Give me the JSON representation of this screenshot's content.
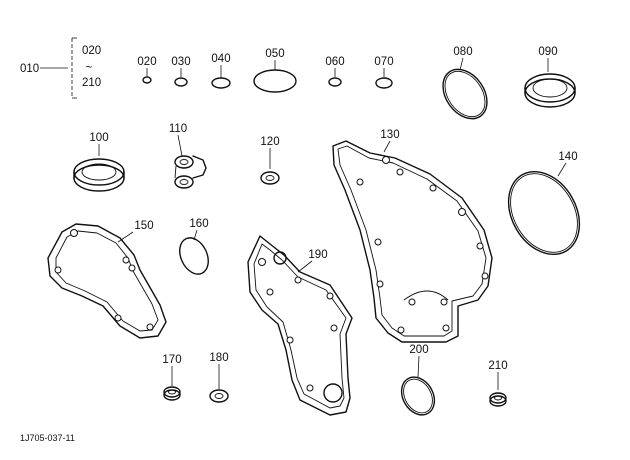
{
  "callouts": {
    "p010": "010",
    "range_from": "020",
    "range_tilde": "~",
    "range_to": "210",
    "p020": "020",
    "p030": "030",
    "p040": "040",
    "p050": "050",
    "p060": "060",
    "p070": "070",
    "p080": "080",
    "p090": "090",
    "p100": "100",
    "p110": "110",
    "p120": "120",
    "p130": "130",
    "p140": "140",
    "p150": "150",
    "p160": "160",
    "p170": "170",
    "p180": "180",
    "p190": "190",
    "p200": "200",
    "p210": "210"
  },
  "figure_code": "1J705-037-11"
}
